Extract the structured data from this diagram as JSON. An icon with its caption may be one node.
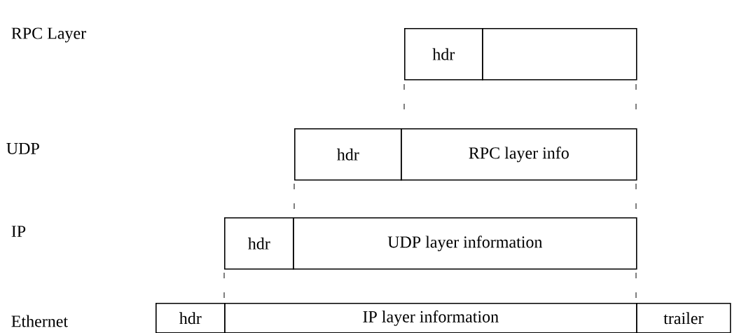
{
  "diagram": {
    "nodes": [
      {
        "text": [
          "hdr"
        ]
      },
      {
        "text": [],
        "shape": "box"
      },
      {
        "text": [
          "hdr"
        ]
      },
      {
        "text": [
          "RPC layer info"
        ]
      },
      {
        "text": [
          "hdr"
        ]
      },
      {
        "text": [
          "UDP layer information"
        ]
      },
      {
        "text": [
          "hdr"
        ]
      },
      {
        "text": [
          "IP layer information"
        ]
      },
      {
        "text": [
          "trailer"
        ]
      }
    ],
    "labels": [
      "RPC Layer",
      "UDP",
      "IP",
      "Ethernet"
    ]
  }
}
